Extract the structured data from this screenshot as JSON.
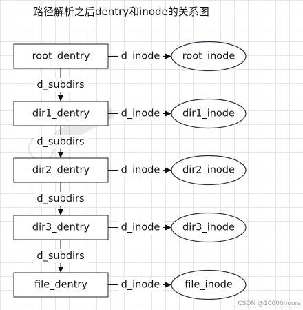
{
  "title": "路径解析之后dentry和inode的关系图",
  "edge_labels": {
    "link": "d_inode",
    "child": "d_subdirs"
  },
  "rows": [
    {
      "dentry": "root_dentry",
      "inode": "root_inode"
    },
    {
      "dentry": "dir1_dentry",
      "inode": "dir1_inode"
    },
    {
      "dentry": "dir2_dentry",
      "inode": "dir2_inode"
    },
    {
      "dentry": "dir3_dentry",
      "inode": "dir3_inode"
    },
    {
      "dentry": "file_dentry",
      "inode": "file_inode"
    }
  ],
  "watermark": "CSDN @10000hours"
}
